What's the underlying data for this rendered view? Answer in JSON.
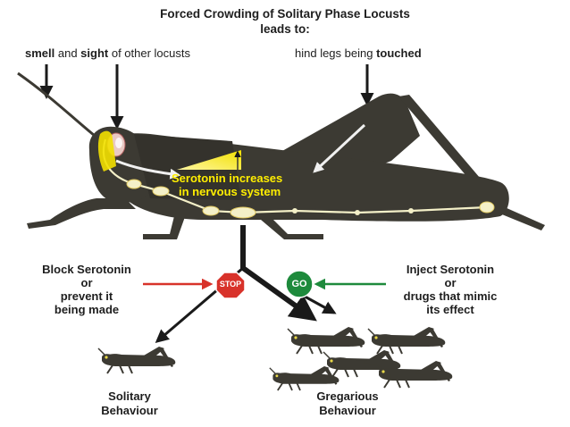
{
  "title": {
    "line1": "Forced Crowding of Solitary Phase Locusts",
    "line2": "leads to:"
  },
  "stimuli": {
    "left": {
      "part1_bold": "smell",
      "part2": " and ",
      "part3_bold": "sight",
      "part4": " of other locusts"
    },
    "right": {
      "part1": "hind legs being ",
      "part2_bold": "touched"
    }
  },
  "serotonin_label": {
    "line1": "Serotonin increases",
    "line2": "in nervous system"
  },
  "block": {
    "line1": "Block Serotonin",
    "line2": "or",
    "line3": "prevent it",
    "line4": "being made"
  },
  "inject": {
    "line1": "Inject Serotonin",
    "line2": "or",
    "line3": "drugs that mimic",
    "line4": "its effect"
  },
  "signs": {
    "stop": "STOP",
    "go": "GO"
  },
  "outcomes": {
    "solitary": {
      "line1": "Solitary",
      "line2": "Behaviour"
    },
    "gregarious": {
      "line1": "Gregarious",
      "line2": "Behaviour"
    }
  },
  "colors": {
    "locust_body": "#3c3a33",
    "nerve": "#f4f0c8",
    "serotonin_text": "#ffee00",
    "stop_red": "#d8322a",
    "go_green": "#1e8a3c",
    "arrow_red": "#d8322a",
    "arrow_green": "#1e8a3c",
    "text": "#1e1e1e"
  },
  "icons": [
    "locust-icon",
    "stop-sign-icon",
    "go-sign-icon",
    "eye-icon",
    "arrow-icon"
  ]
}
